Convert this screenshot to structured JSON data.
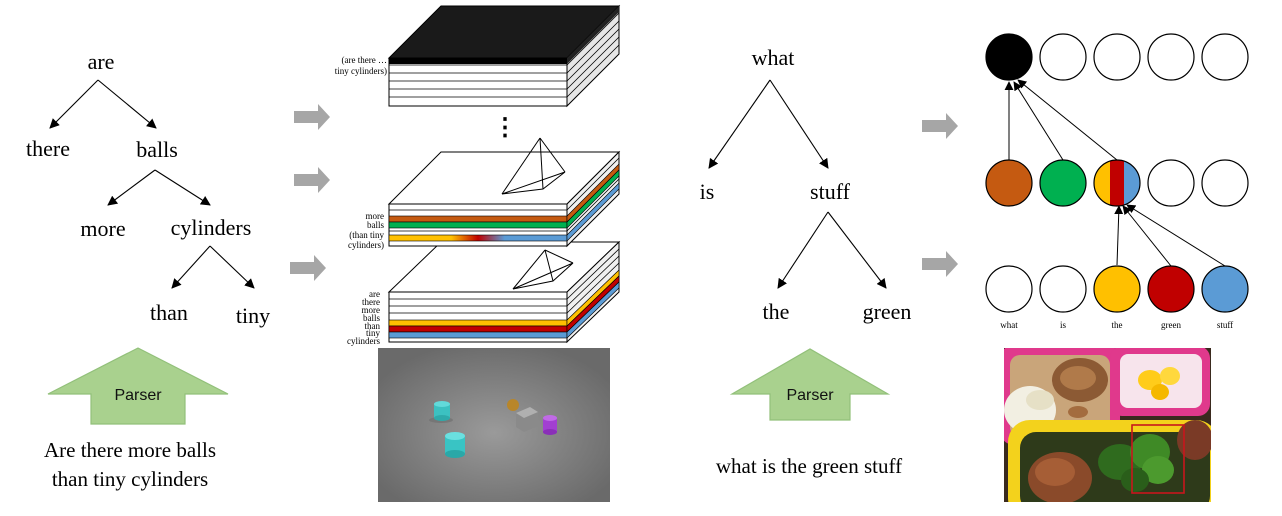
{
  "left_tree": {
    "root": "are",
    "there": "there",
    "balls": "balls",
    "more": "more",
    "cylinders": "cylinders",
    "than": "than",
    "tiny": "tiny"
  },
  "left_parser_label": "Parser",
  "left_sentence_line1": "Are there more balls",
  "left_sentence_line2": "than tiny cylinders",
  "stack_top_labels": [
    "(are there …",
    "tiny cylinders)"
  ],
  "stack_mid_labels": [
    "more",
    "balls",
    "(than tiny",
    "cylinders)"
  ],
  "stack_bottom_labels": [
    "are",
    "there",
    "more",
    "balls",
    "than",
    "tiny",
    "cylinders"
  ],
  "ellipsis": "⋮",
  "right_tree": {
    "root": "what",
    "is": "is",
    "stuff": "stuff",
    "the": "the",
    "green": "green"
  },
  "right_parser_label": "Parser",
  "right_sentence": "what is the green stuff",
  "node_word_labels": [
    "what",
    "is",
    "the",
    "green",
    "stuff"
  ],
  "colors": {
    "arrow_gray": "#a6a6a6",
    "parser_fill": "#a9d18e",
    "parser_stroke": "#92c07a",
    "orange": "#c55a11",
    "green": "#00b050",
    "yellow": "#ffc000",
    "red": "#c00000",
    "blue": "#5b9bd5",
    "black": "#000000"
  }
}
